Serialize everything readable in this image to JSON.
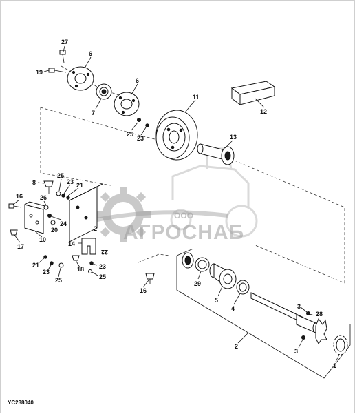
{
  "diagram_code": "YC238040",
  "watermark": {
    "company_small": "ООО",
    "company_name": "АГРОСНАБ"
  },
  "callouts": {
    "n27": "27",
    "n6a": "6",
    "n19": "19",
    "n7": "7",
    "n6b": "6",
    "n11": "11",
    "n12": "12",
    "n25a": "25",
    "n23a": "23",
    "n13": "13",
    "n8": "8",
    "n25b": "25",
    "n23b": "23",
    "n21a": "21",
    "n16a": "16",
    "n26": "26",
    "n24": "24",
    "n20": "20",
    "n10": "10",
    "n17": "17",
    "n14": "14",
    "n2a": "2",
    "n22": "22",
    "n21b": "21",
    "n23c": "23",
    "n25c": "25",
    "n18": "18",
    "n23d": "23",
    "n25d": "25",
    "n16b": "16",
    "n29": "29",
    "n5": "5",
    "n4": "4",
    "n3a": "3",
    "n28": "28",
    "n2b": "2",
    "n3b": "3",
    "n1": "1"
  }
}
